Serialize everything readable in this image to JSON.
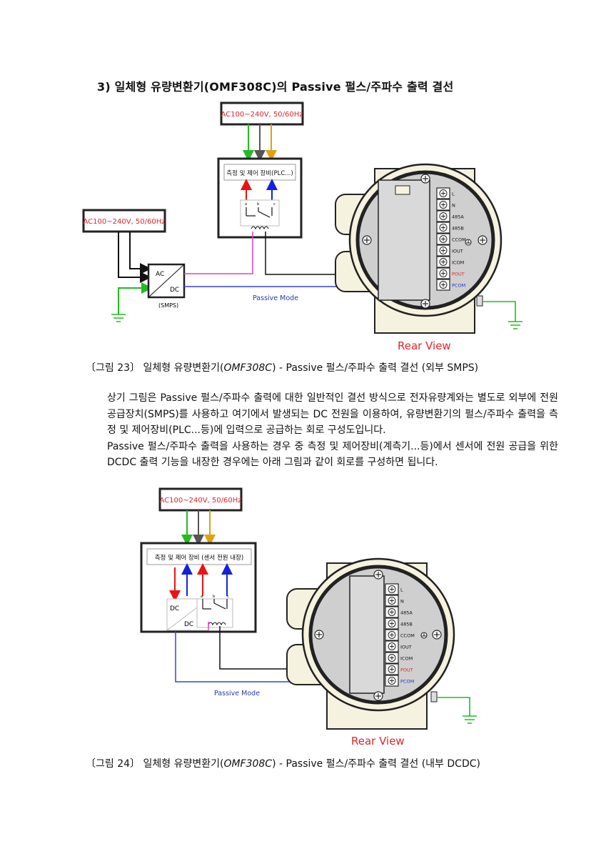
{
  "heading": "3) 일체형 유량변환기(OMF308C)의 Passive 펄스/주파수 출력 결선",
  "diagram1": {
    "ac_top": "AC100~240V, 50/60Hz",
    "ac_left": "AC100~240V, 50/60Hz",
    "equipment": "측정 및 제어 장비(PLC...)",
    "relay_a": "a",
    "relay_b": "b",
    "relay_c": "c",
    "smps_ac": "AC",
    "smps_dc": "DC",
    "smps_label": "(SMPS)",
    "mode": "Passive Mode",
    "rear_view": "Rear View"
  },
  "caption1": {
    "prefix": "〔그림 23〕 일체형 유량변환기(",
    "model": "OMF308C",
    "suffix": ") - Passive 펄스/주파수 출력 결선 (외부 SMPS)"
  },
  "paragraph": [
    "상기 그림은 Passive 펄스/주파수 출력에 대한 일반적인 결선 방식으로 전자유량계와는 별도로 외부에 전원공급장치(SMPS)를 사용하고 여기에서 발생되는 DC 전원을 이용하여, 유량변환기의 펄스/주파수 출력을 측정 및 제어장비(PLC...등)에 입력으로 공급하는 회로 구성도입니다.",
    "Passive 펄스/주파수 출력을 사용하는 경우 중 측정 및 제어장비(계측기...등)에서 센서에 전원 공급을 위한 DCDC 출력 기능을 내장한 경우에는 아래 그림과 같이 회로를 구성하면 됩니다."
  ],
  "diagram2": {
    "ac_top": "AC100~240V, 50/60Hz",
    "equipment": "측정 및 제어 장비 (센서 전원 내장)",
    "relay_a": "a",
    "relay_b": "b",
    "relay_c": "c",
    "dcdc_in": "DC",
    "dcdc_out": "DC",
    "mode": "Passive Mode",
    "rear_view": "Rear View"
  },
  "caption2": {
    "prefix": "〔그림 24〕 일체형 유량변환기(",
    "model": "OMF308C",
    "suffix": ") - Passive 펄스/주파수 출력 결선 (내부 DCDC)"
  },
  "terminals": [
    "L",
    "N",
    "485A",
    "485B",
    "CCOM",
    "IOUT",
    "ICOM",
    "POUT",
    "PCOM"
  ],
  "colors": {
    "ac_text": "#e0262b",
    "green_wire": "#22bb22",
    "gray_wire": "#555555",
    "orange_wire": "#e0a010",
    "red_arrow": "#ee1111",
    "blue_arrow": "#1122dd",
    "magenta_wire": "#e040c8",
    "blue_wire": "#3344dd",
    "mode_text": "#2a3aa8",
    "rear_text": "#e0262b",
    "body_fill": "#f6f2e0",
    "pout_text": "#e0262b",
    "pcom_text": "#2233cc"
  }
}
